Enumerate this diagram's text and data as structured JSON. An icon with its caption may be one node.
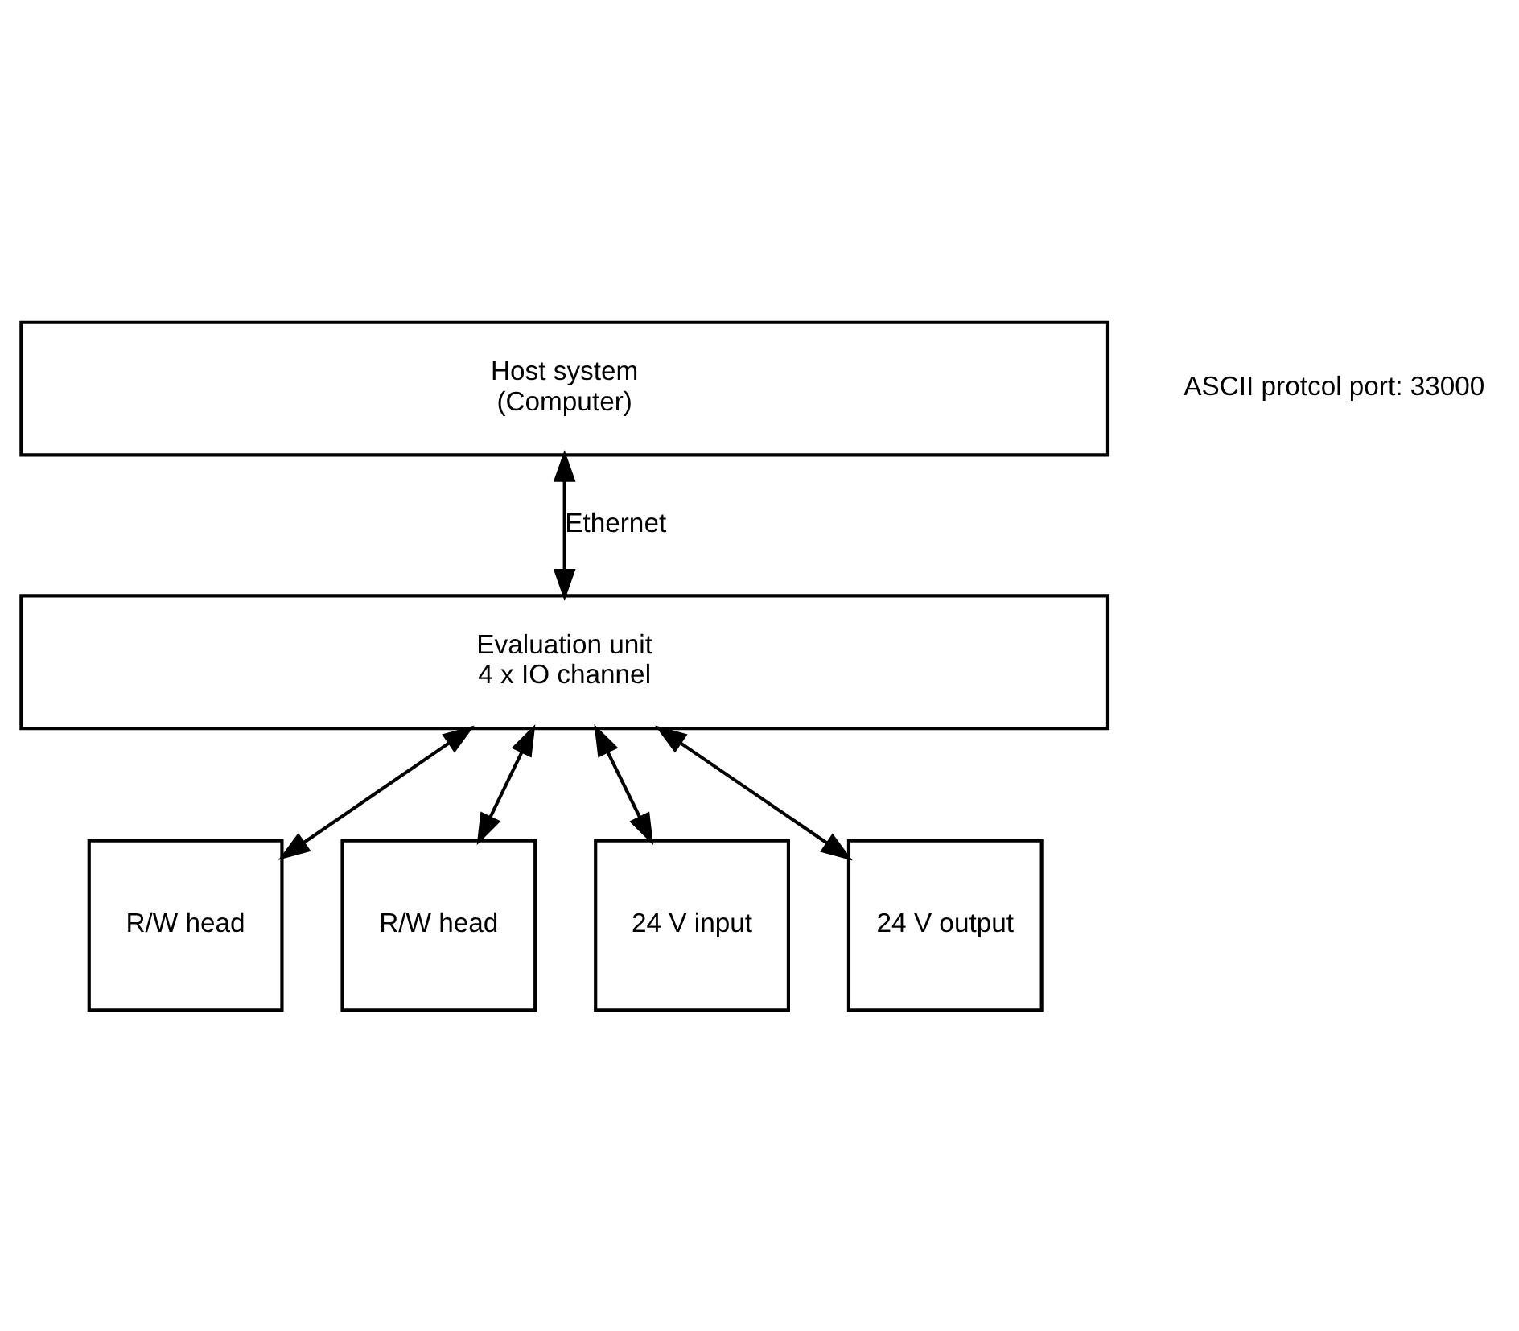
{
  "diagram": {
    "nodes": [
      {
        "text": [
          "Host system",
          "(Computer)"
        ]
      },
      {
        "text": [
          "Evaluation unit",
          "4 x IO channel"
        ]
      },
      {
        "text": [
          "R/W head"
        ]
      },
      {
        "text": [
          "R/W head"
        ]
      },
      {
        "text": [
          "24 V input"
        ]
      },
      {
        "text": [
          "24 V output"
        ]
      }
    ],
    "edges": [
      {
        "from": 0,
        "to": 1,
        "arrow": "both",
        "label": "Ethernet"
      },
      {
        "from": 1,
        "to": 2,
        "arrow": "both"
      },
      {
        "from": 1,
        "to": 3,
        "arrow": "both"
      },
      {
        "from": 1,
        "to": 4,
        "arrow": "both"
      },
      {
        "from": 1,
        "to": 5,
        "arrow": "both"
      }
    ],
    "labels": [
      "ASCII protcol port: 33000"
    ]
  }
}
